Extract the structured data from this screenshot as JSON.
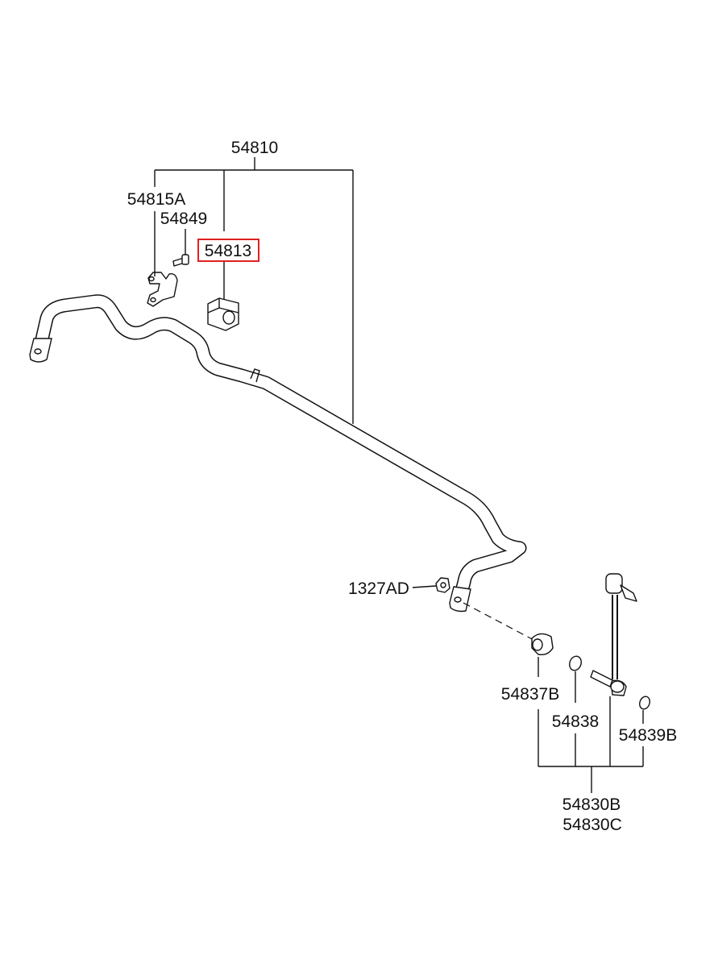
{
  "labels": {
    "stabilizer_assembly": "54810",
    "bracket": "54815A",
    "bolt": "54849",
    "bushing": "54813",
    "nut": "1327AD",
    "link_bushing": "54837B",
    "link_washer": "54838",
    "link_cap": "54839B",
    "link_assembly_b": "54830B",
    "link_assembly_c": "54830C"
  },
  "highlighted_part": "54813",
  "colors": {
    "highlight": "#e02020",
    "line": "#111111",
    "background": "#ffffff"
  }
}
